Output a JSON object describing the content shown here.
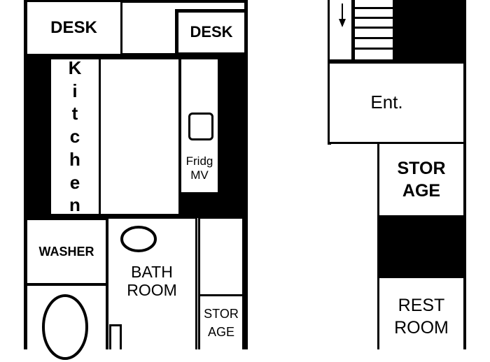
{
  "floor_plan": {
    "left_unit": {
      "desk_left": "DESK",
      "desk_right": "DESK",
      "kitchen": "Kitchen",
      "fridge": "Fridg\nMV",
      "washer": "WASHER",
      "bathroom": "BATH\nROOM",
      "storage_small": "STOR\nAGE"
    },
    "right_unit": {
      "entrance": "Ent.",
      "storage": "STOR\nAGE",
      "restroom": "REST\nROOM"
    }
  },
  "colors": {
    "wall": "#000000",
    "floor": "#ffffff"
  }
}
